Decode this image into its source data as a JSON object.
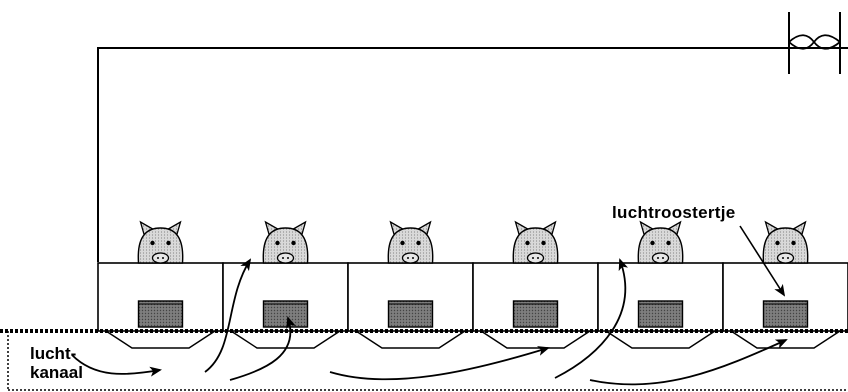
{
  "labels": {
    "grille": "luchtroostertje",
    "duct_line1": "lucht-",
    "duct_line2": "kanaal"
  },
  "pens": [
    {
      "pig": true,
      "grille": true
    },
    {
      "pig": true,
      "grille": true
    },
    {
      "pig": true,
      "grille": true
    },
    {
      "pig": true,
      "grille": true
    },
    {
      "pig": true,
      "grille": true
    },
    {
      "pig": true,
      "grille": true
    }
  ],
  "colors": {
    "line": "#000000",
    "pig_fill": "#cfcfcf",
    "grille_fill": "#7a7a7a",
    "background": "#ffffff"
  },
  "icons": [
    "fan-icon",
    "pig-icon",
    "arrow-icon"
  ]
}
